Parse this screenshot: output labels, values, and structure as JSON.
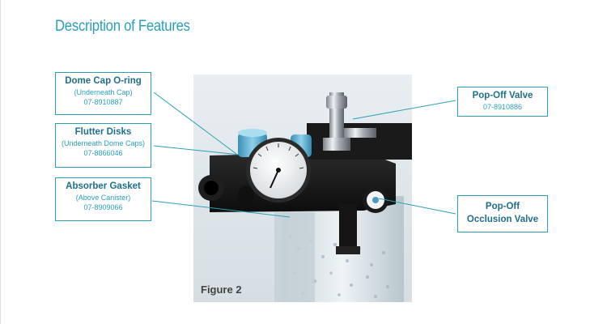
{
  "title": "Description of Features",
  "figure_label": "Figure 2",
  "callouts": {
    "dome_cap": {
      "title": "Dome Cap O-ring",
      "sub": "(Underneath Cap)",
      "part": "07-8910887"
    },
    "flutter_disks": {
      "title": "Flutter Disks",
      "sub": "(Underneath Dome Caps)",
      "part": "07-8866046"
    },
    "absorber_gasket": {
      "title": "Absorber Gasket",
      "sub": "(Above Canister)",
      "part": "07-8909066"
    },
    "pop_off_valve": {
      "title": "Pop-Off Valve",
      "part": "07-8910886"
    },
    "pop_off_occlusion": {
      "title_line1": "Pop-Off",
      "title_line2": "Occlusion Valve"
    }
  },
  "colors": {
    "accent": "#2a9fb8",
    "accent_dark": "#1f6f8a"
  },
  "icons": {
    "photo": "anesthesia-absorber-unit-photo"
  }
}
